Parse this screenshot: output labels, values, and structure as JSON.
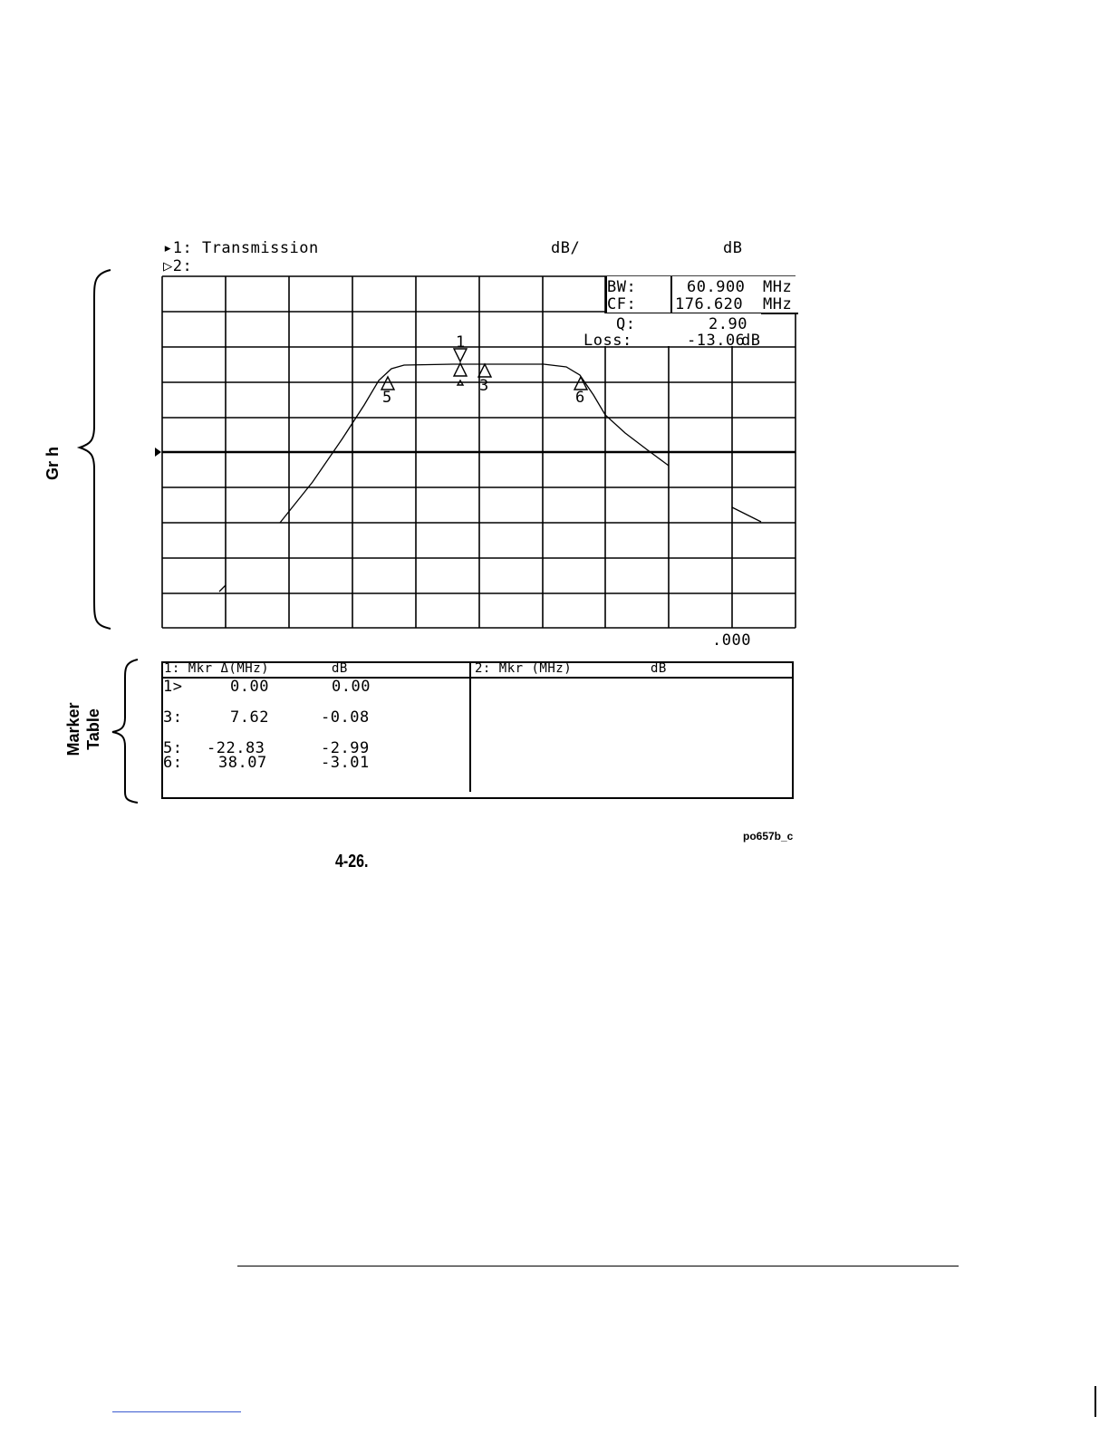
{
  "header": {
    "ch1_label": "▸1: Transmission",
    "ch2_label": "▷2:",
    "scale_unit": "dB/",
    "ref_unit": "dB"
  },
  "stats": [
    {
      "label": "BW:",
      "value": "60.900",
      "unit": "MHz"
    },
    {
      "label": "CF:",
      "value": "176.620",
      "unit": "MHz"
    },
    {
      "label": "Q:",
      "value": "2.90",
      "unit": ""
    },
    {
      "label": "Loss:",
      "value": "-13.06",
      "unit": "dB"
    }
  ],
  "stop_freq": ".000",
  "marker_labels": [
    "1",
    "3",
    "5",
    "6"
  ],
  "marker_table": {
    "ch1_header": {
      "mkr": "1: Mkr Δ(MHz)",
      "db": "dB"
    },
    "ch2_header": {
      "mkr": "2: Mkr  (MHz)",
      "db": "dB"
    },
    "rows": [
      {
        "id": "1>",
        "freq": "0.00",
        "db": "0.00"
      },
      {
        "id": "3:",
        "freq": "7.62",
        "db": "-0.08"
      },
      {
        "id": "5:",
        "freq": "-22.83",
        "db": "-2.99"
      },
      {
        "id": "6:",
        "freq": "38.07",
        "db": "-3.01"
      }
    ]
  },
  "callouts": {
    "graph": "Gr  h",
    "marker_table_line1": "Marker",
    "marker_table_line2": "Table"
  },
  "figure": {
    "number": "4-26.",
    "code": "po657b_c"
  }
}
